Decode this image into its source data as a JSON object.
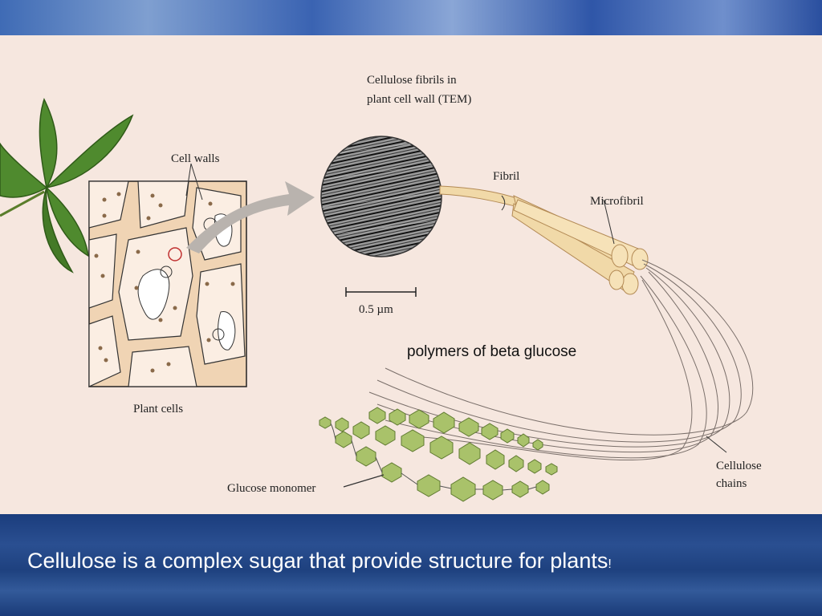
{
  "diagram": {
    "labels": {
      "cell_walls": "Cell walls",
      "plant_cells": "Plant cells",
      "tem_line1": "Cellulose fibrils in",
      "tem_line2": "plant cell wall (TEM)",
      "scale_bar": "0.5 µm",
      "fibril": "Fibril",
      "microfibril": "Microfibril",
      "polymers": "polymers of beta glucose",
      "glucose_monomer": "Glucose monomer",
      "cellulose_chains_line1": "Cellulose",
      "cellulose_chains_line2": "chains"
    },
    "colors": {
      "panel_background": "#f6e7df",
      "cell_wall_fill": "#f0d4b4",
      "fiber_fill": "#f1d9a8",
      "leaf_green": "#4f8a2e",
      "glucose_green": "#a9c26a",
      "arrow_gray": "#b9b3ae"
    }
  },
  "caption": {
    "main": "Cellulose is a complex sugar that provide structure for plants",
    "end_mark": "!"
  }
}
